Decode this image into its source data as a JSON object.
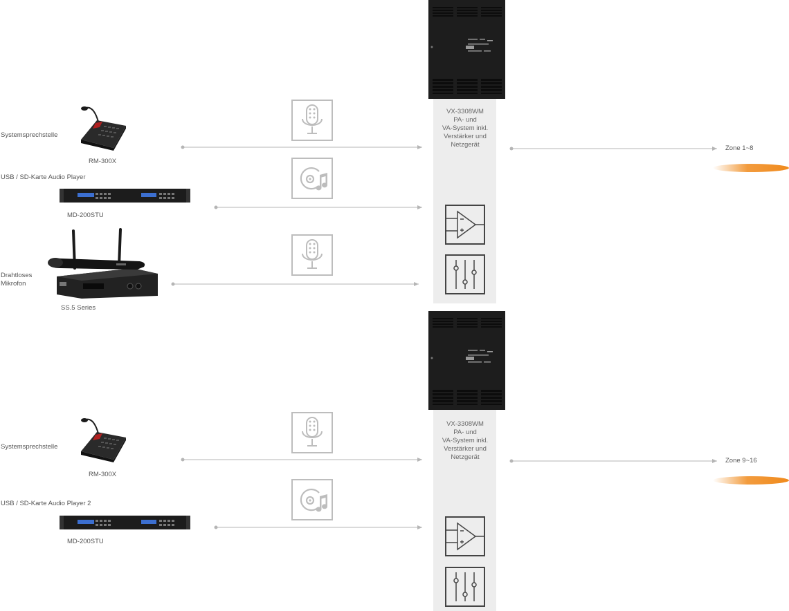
{
  "sections": [
    {
      "id": "top",
      "sources": [
        {
          "label": "Systemsprechstelle",
          "device": "RM-300X",
          "icon": "microphone-icon"
        },
        {
          "label": "USB / SD-Karte Audio Player",
          "device": "MD-200STU",
          "icon": "music-disc-icon"
        },
        {
          "label_lines": [
            "Drahtloses",
            "Mikrofon"
          ],
          "device": "SS.5 Series",
          "icon": "microphone-icon"
        }
      ],
      "system_lines": [
        "VX-3308WM",
        "PA- und",
        "VA-System inkl.",
        "Verstärker und",
        "Netzgerät"
      ],
      "zone": "Zone 1~8",
      "block_icons": [
        "amplifier-icon",
        "mixer-faders-icon"
      ]
    },
    {
      "id": "bottom",
      "sources": [
        {
          "label": "Systemsprechstelle",
          "device": "RM-300X",
          "icon": "microphone-icon"
        },
        {
          "label": "USB / SD-Karte Audio Player 2",
          "device": "MD-200STU",
          "icon": "music-disc-icon"
        }
      ],
      "system_lines": [
        "VX-3308WM",
        "PA- und",
        "VA-System inkl.",
        "Verstärker und",
        "Netzgerät"
      ],
      "zone": "Zone 9~16",
      "block_icons": [
        "amplifier-icon",
        "mixer-faders-icon"
      ]
    }
  ],
  "colors": {
    "line": "#b5b5b5",
    "column": "#ededed",
    "unit": "#1d1d1d",
    "icon_stroke": "#bdbdbd",
    "block_stroke": "#444444",
    "zone_accent": "#f08a1c"
  }
}
